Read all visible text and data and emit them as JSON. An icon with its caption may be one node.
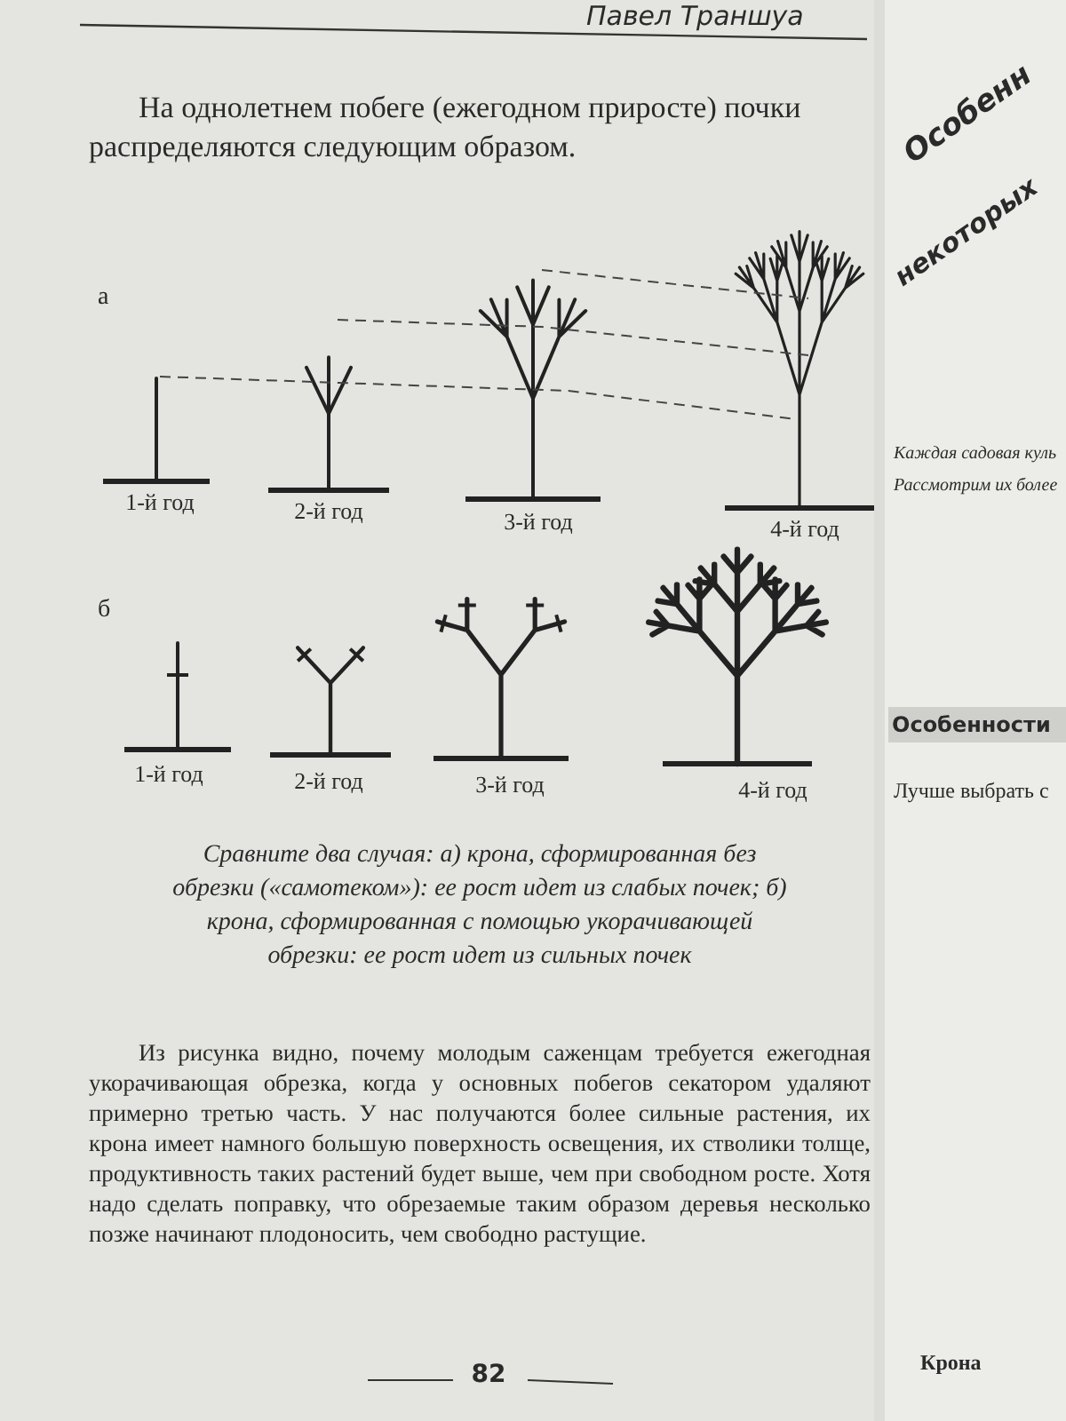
{
  "diagram": {
    "caption": "Сравните два случая: а) крона, сформированная без обрезки («самотеком»): ее рост идет из слабых почек; б) крона, сформированная с помощью укорачивающей обрезки: ее рост идет из сильных почек",
    "labels": [
      "Павел Траншуа",
      "На однолетнем побеге (ежегодном приросте) почки распределяются следующим образом.",
      "а",
      "1-й год",
      "2-й год",
      "3-й год",
      "4-й год",
      "б",
      "1-й год",
      "2-й год",
      "3-й год",
      "4-й год",
      "Из рисунка видно, почему молодым саженцам требуется ежегодная укорачивающая обрезка, когда у основных побегов секатором удаляют примерно третью часть. У нас получаются более сильные растения, их крона имеет намного большую поверхность освещения, их стволики толще, продуктивность таких растений будет выше, чем при свободном росте. Хотя надо сделать поправку, что обрезаемые таким образом деревья несколько позже начинают плодоносить, чем свободно растущие.",
      "82",
      "Особенн",
      "некоторых",
      "Каждая садовая куль",
      "Рассмотрим их более",
      "Особенности",
      "Лучше выбрать с",
      "Крона"
    ]
  }
}
